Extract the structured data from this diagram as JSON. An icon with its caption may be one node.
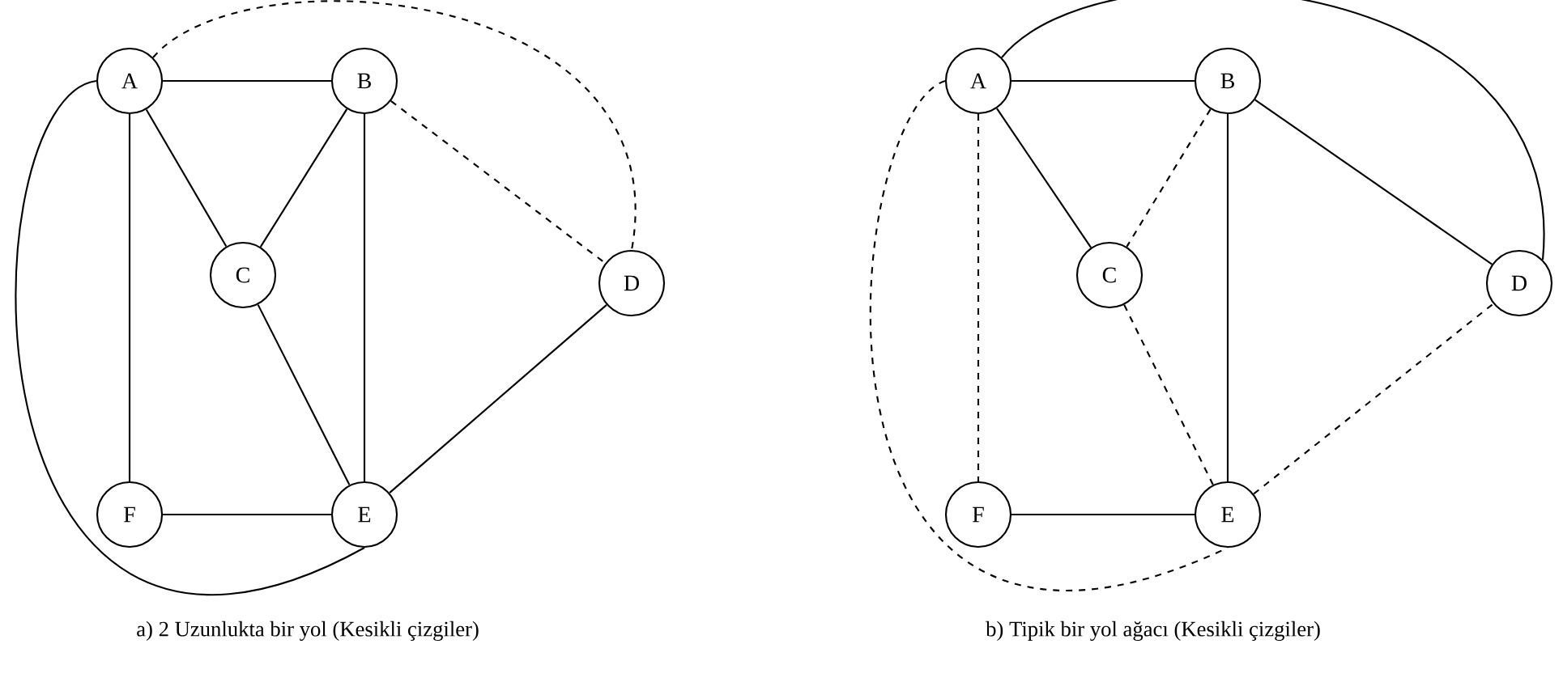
{
  "diagram": {
    "nodes": [
      {
        "text": [
          "A"
        ]
      },
      {
        "text": [
          "B"
        ]
      },
      {
        "text": [
          "C"
        ]
      },
      {
        "text": [
          "D"
        ]
      },
      {
        "text": [
          "E"
        ]
      },
      {
        "text": [
          "F"
        ]
      },
      {
        "text": [
          "A"
        ]
      },
      {
        "text": [
          "B"
        ]
      },
      {
        "text": [
          "C"
        ]
      },
      {
        "text": [
          "D"
        ]
      },
      {
        "text": [
          "E"
        ]
      },
      {
        "text": [
          "F"
        ]
      }
    ],
    "edges": [
      {
        "from": 0,
        "to": 1,
        "arrow": "none"
      },
      {
        "from": 0,
        "to": 2,
        "arrow": "none"
      },
      {
        "from": 0,
        "to": 5,
        "arrow": "none"
      },
      {
        "from": 1,
        "to": 2,
        "arrow": "none"
      },
      {
        "from": 1,
        "to": 4,
        "arrow": "none"
      },
      {
        "from": 2,
        "to": 4,
        "arrow": "none"
      },
      {
        "from": 5,
        "to": 4,
        "arrow": "none"
      },
      {
        "from": 4,
        "to": 3,
        "arrow": "none"
      },
      {
        "from": 1,
        "to": 3,
        "arrow": "none",
        "style": "dashed"
      },
      {
        "from": 0,
        "to": 3,
        "arrow": "none",
        "style": "dashed"
      },
      {
        "from": 0,
        "to": 4,
        "arrow": "none"
      },
      {
        "from": 6,
        "to": 7,
        "arrow": "none"
      },
      {
        "from": 6,
        "to": 8,
        "arrow": "none"
      },
      {
        "from": 6,
        "to": 11,
        "arrow": "none",
        "style": "dashed"
      },
      {
        "from": 7,
        "to": 8,
        "arrow": "none",
        "style": "dashed"
      },
      {
        "from": 7,
        "to": 10,
        "arrow": "none"
      },
      {
        "from": 8,
        "to": 10,
        "arrow": "none",
        "style": "dashed"
      },
      {
        "from": 11,
        "to": 10,
        "arrow": "none"
      },
      {
        "from": 10,
        "to": 9,
        "arrow": "none",
        "style": "dashed"
      },
      {
        "from": 7,
        "to": 9,
        "arrow": "none"
      },
      {
        "from": 6,
        "to": 9,
        "arrow": "none"
      },
      {
        "from": 6,
        "to": 10,
        "arrow": "none",
        "style": "dashed"
      }
    ],
    "labels": [
      "a) 2 Uzunlukta bir yol (Kesikli çizgiler)",
      "b) Tipik bir yol ağacı (Kesikli çizgiler)"
    ]
  }
}
